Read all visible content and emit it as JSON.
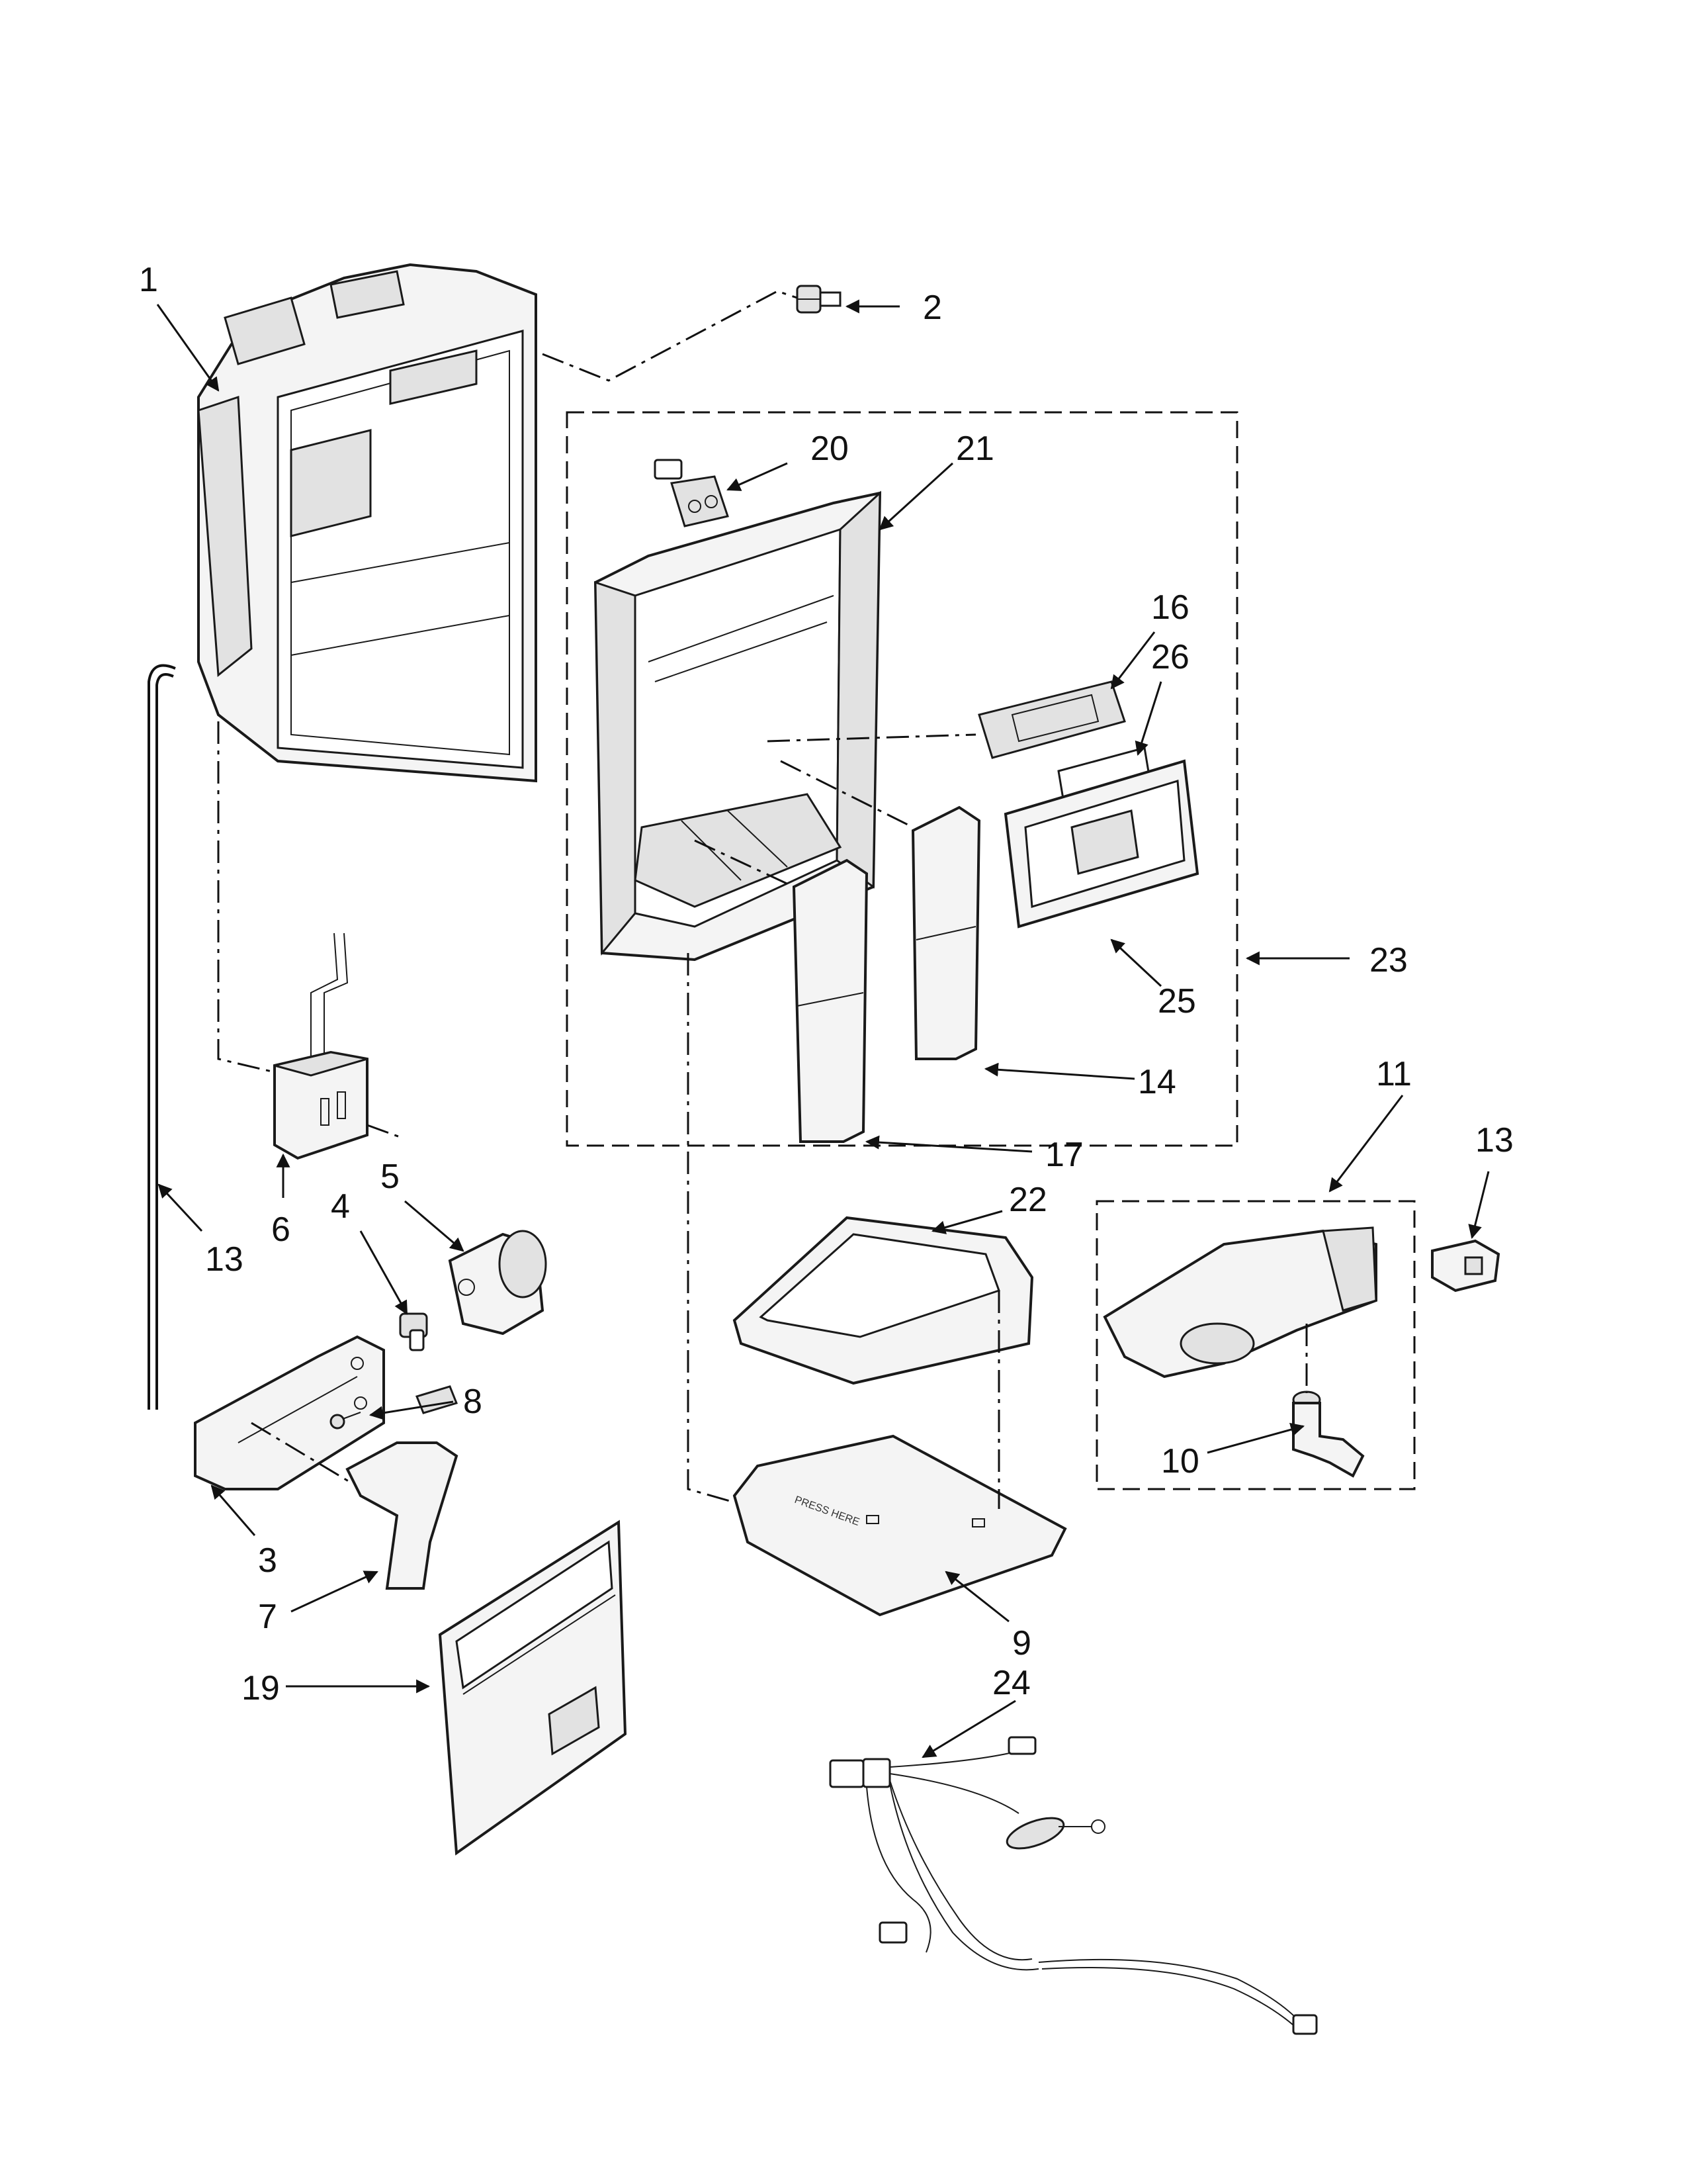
{
  "callouts": {
    "c1": "1",
    "c2": "2",
    "c3": "3",
    "c4": "4",
    "c5": "5",
    "c6": "6",
    "c7": "7",
    "c8": "8",
    "c9": "9",
    "c10": "10",
    "c11": "11",
    "c13a": "13",
    "c13b": "13",
    "c14": "14",
    "c16": "16",
    "c17": "17",
    "c19": "19",
    "c20": "20",
    "c21": "21",
    "c22": "22",
    "c23": "23",
    "c24": "24",
    "c25": "25",
    "c26": "26"
  },
  "drip_tray_text": "PRESS HERE"
}
